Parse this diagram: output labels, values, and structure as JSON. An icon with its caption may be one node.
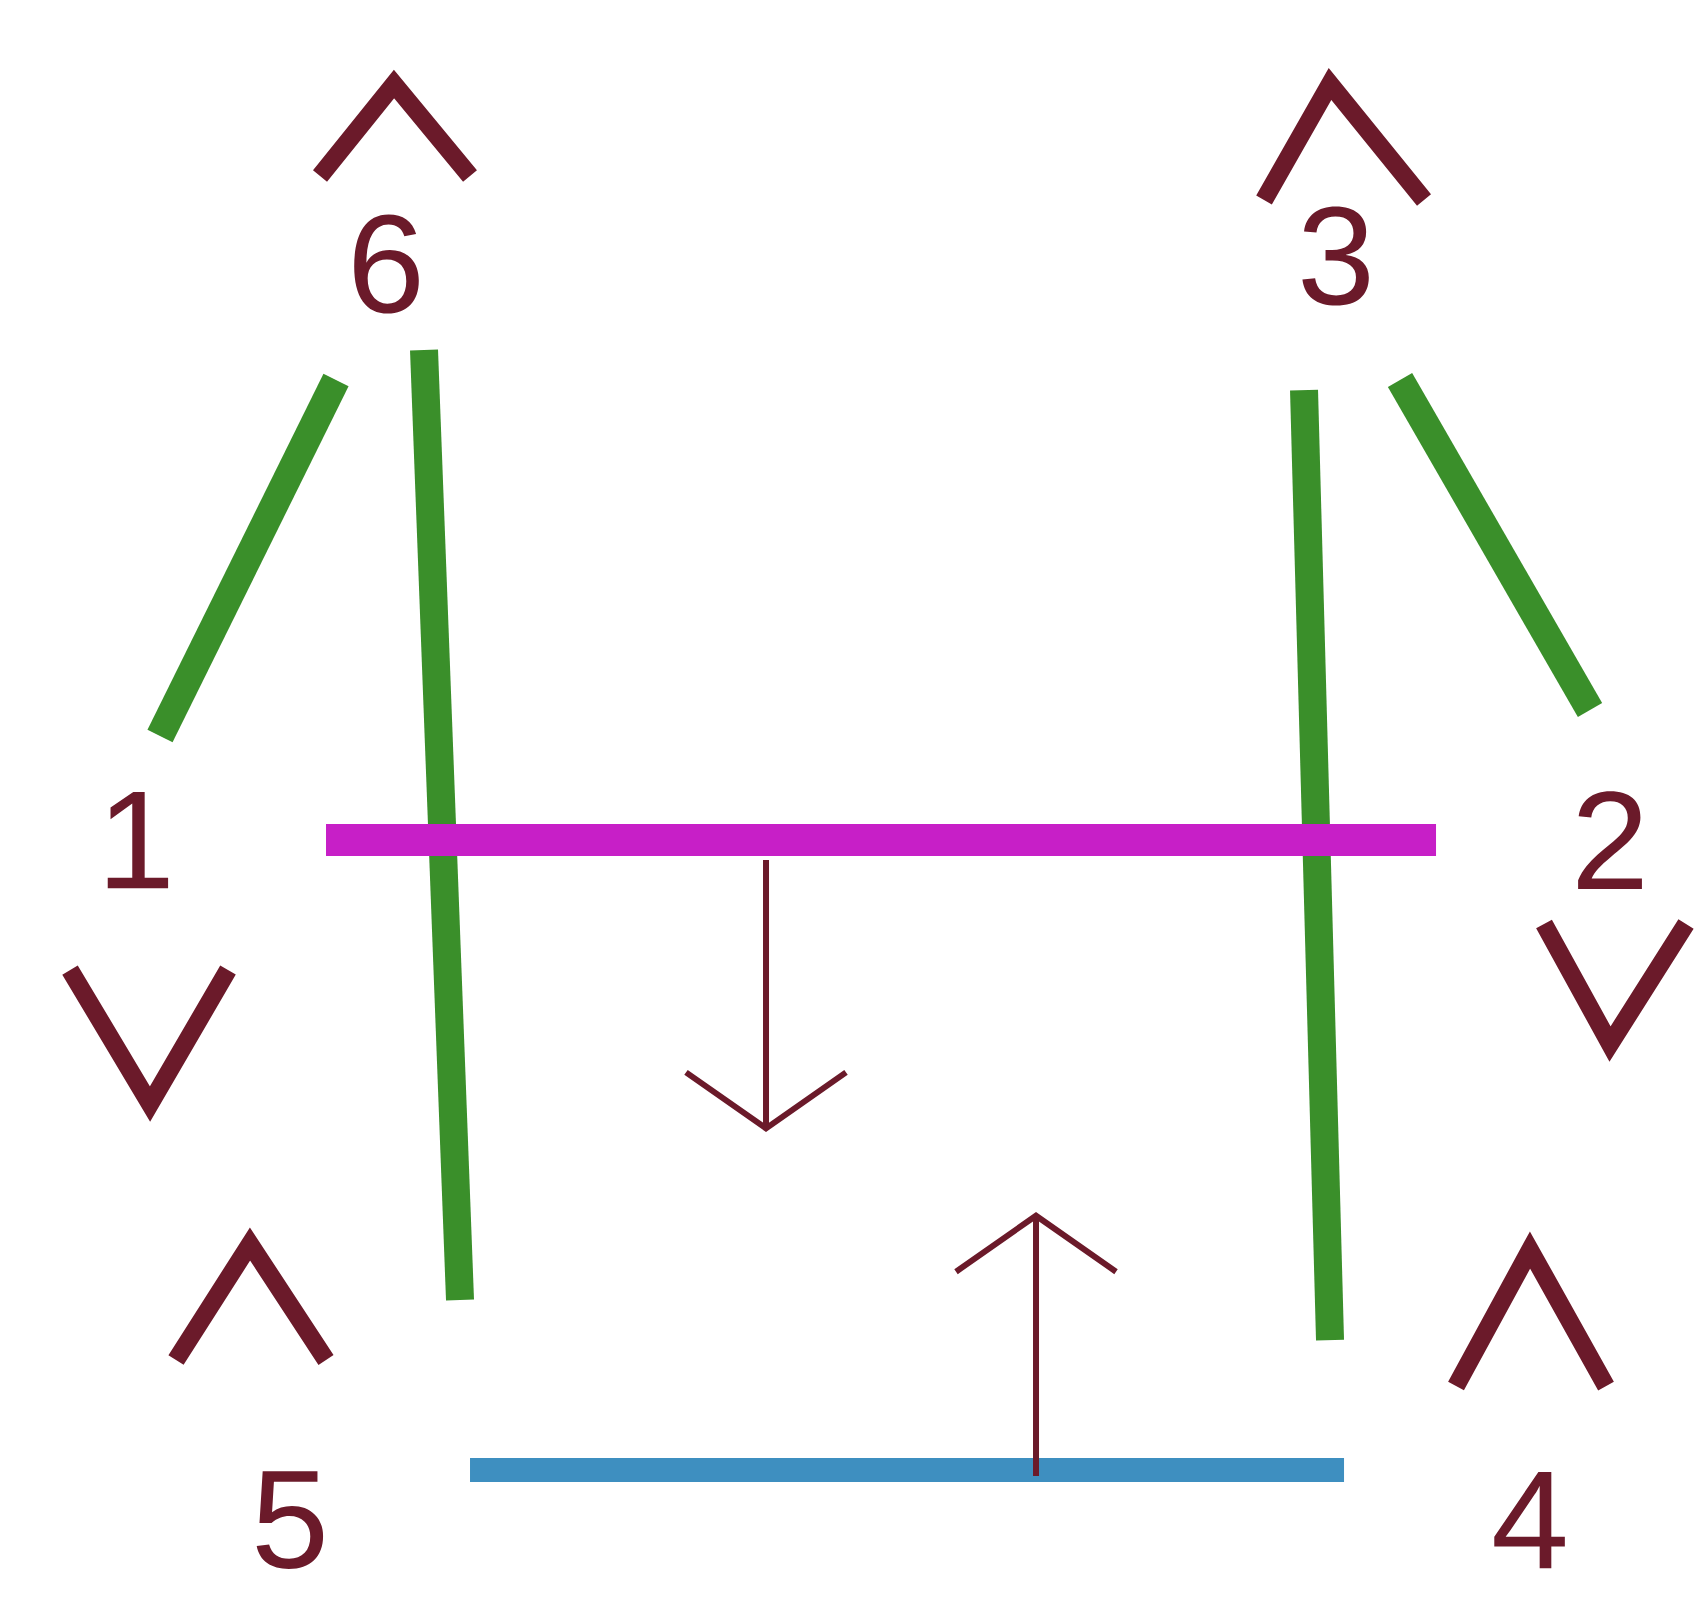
{
  "diagram": {
    "labels": [
      "6",
      "3",
      "1",
      "2",
      "5",
      "4"
    ]
  }
}
